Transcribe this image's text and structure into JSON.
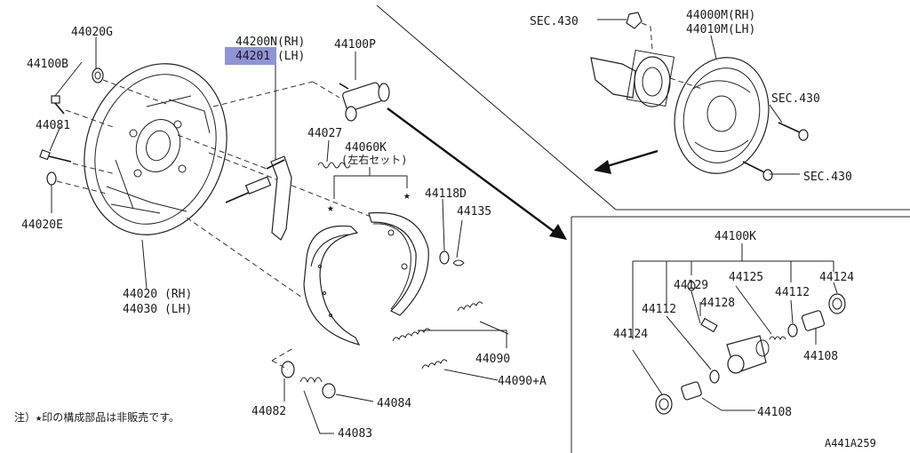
{
  "colors": {
    "highlight": "#8f94d8",
    "line": "#222222",
    "background": "#ffffff"
  },
  "labels": {
    "p44020g": "44020G",
    "p44100b": "44100B",
    "p44081": "44081",
    "p44020e": "44020E",
    "p44020_rh": "44020 (RH)",
    "p44030_lh": "44030 (LH)",
    "p44200n_rh": "44200N(RH)",
    "p44201_lh": "44201 (LH)",
    "p44100p": "44100P",
    "p44027": "44027",
    "p44060k": "44060K",
    "p44060k_note": "(左右セット)",
    "p44118d": "44118D",
    "p44135": "44135",
    "p44090": "44090",
    "p44090a": "44090+A",
    "p44082": "44082",
    "p44084": "44084",
    "p44083": "44083",
    "sec430_top": "SEC.430",
    "p44000m_rh": "44000M(RH)",
    "p44010m_lh": "44010M(LH)",
    "sec430_right": "SEC.430",
    "sec430_bottom": "SEC.430",
    "p44100k": "44100K",
    "p44129": "44129",
    "p44125": "44125",
    "p44112_right": "44112",
    "p44124_right": "44124",
    "p44112_left": "44112",
    "p44128": "44128",
    "p44124_left": "44124",
    "p44108_right": "44108",
    "p44108_bottom": "44108"
  },
  "note": "注）★印の構成部品は非販売です。",
  "diagram_id": "A441A259"
}
